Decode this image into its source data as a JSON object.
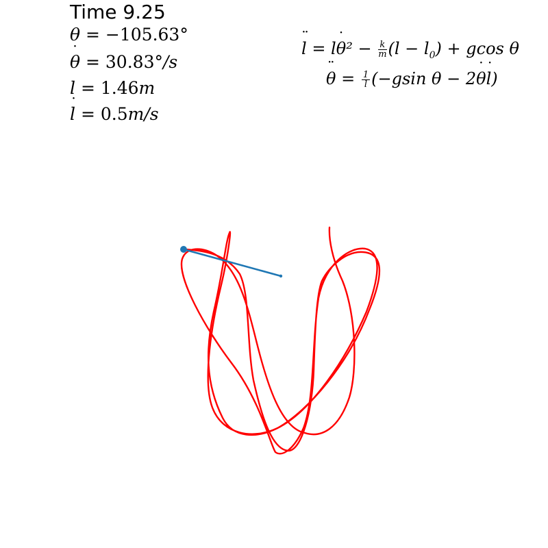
{
  "header": {
    "time_label": "Time 9.25"
  },
  "state": {
    "theta_value": "−105.63",
    "theta_unit": "°",
    "theta_dot_value": "30.83",
    "theta_dot_unit": "°/s",
    "l_value": "1.46",
    "l_unit": "m",
    "l_dot_value": "0.5",
    "l_dot_unit": "m/s"
  },
  "equations": {
    "l_ddot": "l̈ = lθ̇² − (k/m)(l − l₀) + g cos θ",
    "theta_ddot": "θ̈ = (1/l)(−g sin θ − 2θ̇l̇)"
  },
  "colors": {
    "trajectory": "#ff0000",
    "pendulum": "#1f77b4",
    "background": "#ffffff"
  }
}
